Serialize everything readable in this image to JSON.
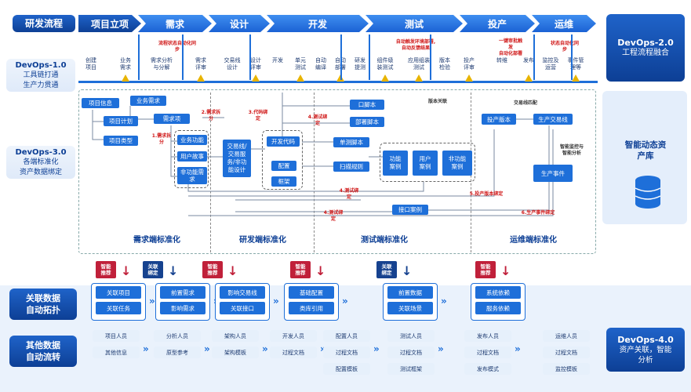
{
  "left_labels": {
    "flow": "研发流程",
    "devops1": [
      "DevOps-1.0",
      "工具链打通",
      "生产力贯通"
    ],
    "devops3": [
      "DevOps-3.0",
      "各端标准化",
      "资产数据绑定"
    ],
    "relation": [
      "关联数据",
      "自动拓扑"
    ],
    "other": [
      "其他数据",
      "自动流转"
    ]
  },
  "right_labels": {
    "devops2": [
      "DevOps-2.0",
      "工程流程融合"
    ],
    "asset": [
      "智能动态资",
      "产库"
    ],
    "devops4": [
      "DevOps-4.0",
      "资产关联，智能",
      "分析"
    ]
  },
  "stages": [
    "项目立项",
    "需求",
    "设计",
    "开发",
    "测试",
    "投产",
    "运维"
  ],
  "steps": [
    [
      "创建",
      "项目"
    ],
    [
      "业务",
      "需求"
    ],
    [
      "需求分析",
      "与分解"
    ],
    [
      "需求",
      "评审"
    ],
    [
      "交易线",
      "设计"
    ],
    [
      "设计",
      "评审"
    ],
    [
      "开发"
    ],
    [
      "单元",
      "测试"
    ],
    [
      "自动",
      "编译"
    ],
    [
      "自动",
      "部署"
    ],
    [
      "研发",
      "提测"
    ],
    [
      "组件级",
      "装测试"
    ],
    [
      "应用组装",
      "测试"
    ],
    [
      "版本",
      "检验"
    ],
    [
      "投产",
      "评审"
    ],
    [
      "转维"
    ],
    [
      "发布"
    ],
    [
      "监控及",
      "运营"
    ],
    [
      "事件管",
      "理等"
    ]
  ],
  "red_notes": {
    "req_sync": [
      "流程状态自动化同",
      "步"
    ],
    "test_env": [
      "自动触发环境部署,",
      "自动反馈结果"
    ],
    "release": [
      "一键审批触",
      "发",
      "自动化部署"
    ],
    "ops_sync": [
      "状态自动化同",
      "步"
    ]
  },
  "mid_nodes": {
    "project_info": "项目信息",
    "project_plan": "项目计划",
    "project_type": "项目类型",
    "biz_req": "业务需求",
    "req_item": "需求项",
    "biz_func": "业务功能",
    "user_story": "用户故事",
    "nonfunc_req": [
      "非功能需",
      "求"
    ],
    "tx_design": [
      "交易线/",
      "交易服",
      "务/非功",
      "能设计"
    ],
    "dev_code": "开发代码",
    "config": "配置",
    "framework": "框架",
    "api_script": "口脚本",
    "deploy_script": "部署脚本",
    "test_script": "单测脚本",
    "scan_rule": "扫描规则",
    "func_case": [
      "功能",
      "案例"
    ],
    "user_case": [
      "用户",
      "案例"
    ],
    "nonfunc_case": [
      "非功能",
      "案例"
    ],
    "api_case": "接口案例",
    "release_version": "投产版本",
    "prod_tx": "生产交易线",
    "prod_event": "生产事件"
  },
  "mid_annotations": {
    "a1": [
      "1.需求拆",
      "分"
    ],
    "a2": [
      "2.需求拆",
      "分"
    ],
    "a3": [
      "3.代码绑",
      "定"
    ],
    "a4": [
      "4.测试绑",
      "定"
    ],
    "a4b": [
      "4.测试绑",
      "定"
    ],
    "a4c": [
      "4.测试绑",
      "定"
    ],
    "version_link": "版本关联",
    "tx_assoc": "交易线匹配",
    "smart_monitor": [
      "智能监控与",
      "智能分析"
    ],
    "a5": "5.投产版本绑定",
    "a6": "6.生产事件绑定"
  },
  "section_titles": [
    "需求端标准化",
    "研发端标准化",
    "测试端标准化",
    "运维端标准化"
  ],
  "badges": [
    {
      "text": [
        "智能",
        "推荐"
      ],
      "color": "#c0203a"
    },
    {
      "text": [
        "关联",
        "绑定"
      ],
      "color": "#16428f"
    },
    {
      "text": [
        "智能",
        "推荐"
      ],
      "color": "#c0203a"
    },
    {
      "text": [
        "智能",
        "推荐"
      ],
      "color": "#c0203a"
    },
    {
      "text": [
        "关联",
        "绑定"
      ],
      "color": "#16428f"
    },
    {
      "text": [
        "智能",
        "推荐"
      ],
      "color": "#c0203a"
    }
  ],
  "relation_cols": [
    [
      "关联项目",
      "关联任务"
    ],
    [
      "前置需求",
      "影响需求"
    ],
    [
      "影响交易线",
      "关联接口"
    ],
    [
      "基础配置",
      "类库引用"
    ],
    [
      "前置数据",
      "关联场景"
    ],
    [
      "系统依赖",
      "服务依赖"
    ]
  ],
  "other_cols": [
    [
      "项目人员",
      "其他信息"
    ],
    [
      "分析人员",
      "原型参考"
    ],
    [
      "架构人员",
      "架构模板"
    ],
    [
      "开发人员",
      "过程文档"
    ],
    [
      "配置人员",
      "过程文档",
      "配置模板"
    ],
    [
      "测试人员",
      "过程文档",
      "测试框架"
    ],
    [
      "发布人员",
      "过程文档",
      "发布模式"
    ],
    [
      "运维人员",
      "过程文档",
      "监控模板"
    ]
  ]
}
